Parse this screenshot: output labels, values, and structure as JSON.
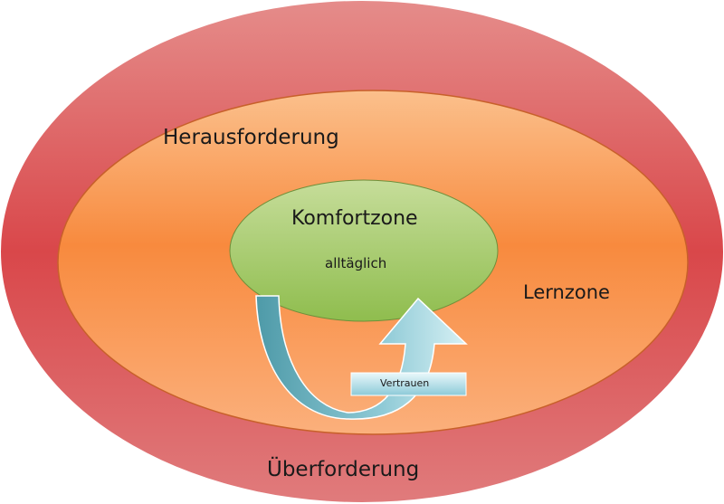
{
  "zones": {
    "outer": {
      "label": "Überforderung",
      "color": "#d9474a"
    },
    "middle": {
      "label": "Lernzone",
      "color": "#f5a060"
    },
    "inner": {
      "title": "Komfortzone",
      "subtitle": "alltäglich",
      "color": "#a6cc6a"
    }
  },
  "challenge_label": "Herausforderung",
  "arrow_label": "Vertrauen"
}
